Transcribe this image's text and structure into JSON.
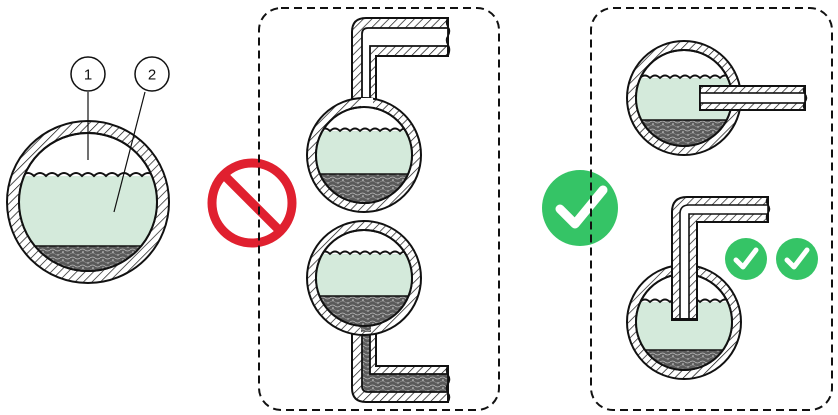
{
  "callouts": [
    {
      "number": "1",
      "meaning": "air"
    },
    {
      "number": "2",
      "meaning": "liquid"
    }
  ],
  "panels": {
    "incorrect": {
      "icon": "prohibited-icon",
      "color": "#e0202f"
    },
    "correct": {
      "icon": "checkmark-icon",
      "color": "#35c466"
    }
  },
  "colors": {
    "liquid": "#d4eadb",
    "sediment": "#555555",
    "outline": "#111111",
    "hatch": "#111111"
  }
}
